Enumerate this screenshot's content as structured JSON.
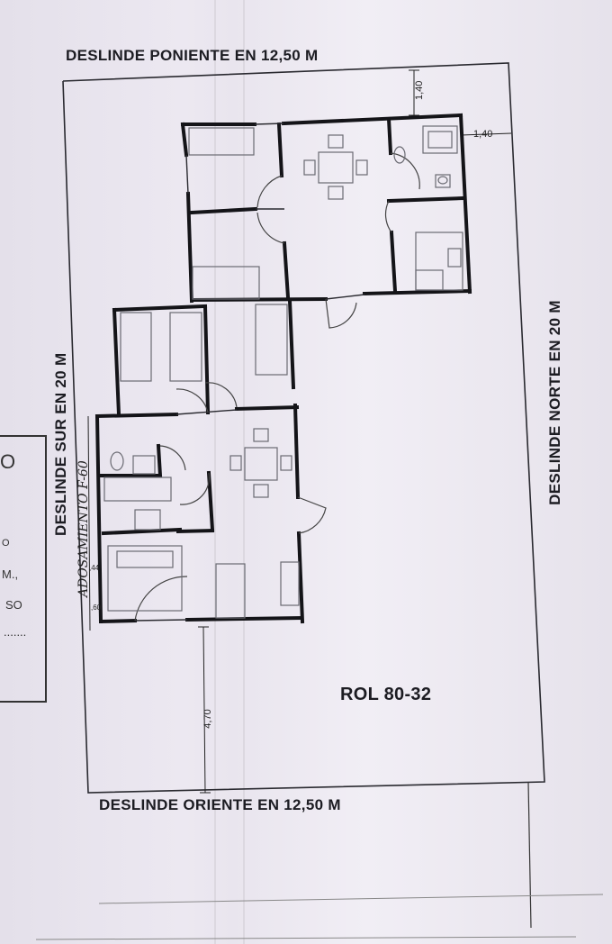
{
  "labels": {
    "north_boundary": "DESLINDE PONIENTE EN 12,50 M",
    "south_boundary": "DESLINDE ORIENTE EN 12,50 M",
    "left_boundary": "DESLINDE SUR EN 20 M",
    "right_boundary": "DESLINDE NORTE EN 20 M",
    "rol": "ROL 80-32",
    "handwritten": "ADOSAMIENTO F-60"
  },
  "dimensions": {
    "top_offset": "1,40",
    "right_offset": "1,40",
    "bottom_offset": "4,70",
    "side_a": ",44",
    "side_b": ",60"
  },
  "legend": {
    "line1": "O",
    "line2": "O",
    "line3": "M.,",
    "line4": "SO",
    "line5": "......."
  },
  "colors": {
    "paper": "#ece8f1",
    "ink": "#1c1c22",
    "walls": "#141418",
    "furniture": "#6a6a72"
  }
}
